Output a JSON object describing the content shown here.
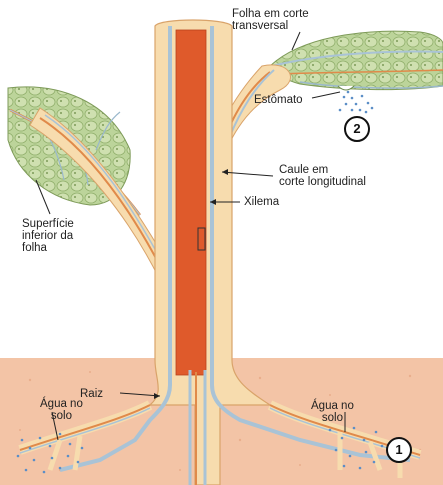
{
  "labels": {
    "leaf_section": [
      "Folha em corte",
      "transversal"
    ],
    "stomata": "Estômato",
    "stem": [
      "Caule em",
      "corte longitudinal"
    ],
    "xylem": "Xilema",
    "leaf_underside": [
      "Superfície",
      "inferior da",
      "folha"
    ],
    "root": "Raiz",
    "soil_water_left": [
      "Água no",
      "solo"
    ],
    "soil_water_right": [
      "Água no",
      "solo"
    ]
  },
  "markers": {
    "step_1": "1",
    "step_2": "2"
  },
  "colors": {
    "soil": "#f3c4a6",
    "stem_tissue": "#f7dcae",
    "stem_outline": "#d9a36a",
    "phloem": "#df5a2b",
    "xylem": "#a9c3d6",
    "leaf_cells": "#bcd49a",
    "water_drop": "#5b8ec7"
  }
}
